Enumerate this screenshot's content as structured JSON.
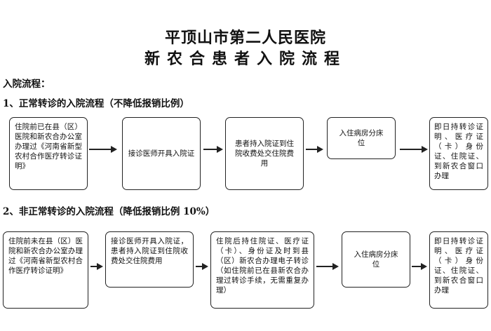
{
  "title": {
    "hospital": "平顶山市第二人民医院",
    "process": "新农合患者入院流程"
  },
  "section_label": "入院流程：",
  "flows": [
    {
      "heading": "1、正常转诊的入院流程（不降低报销比例）",
      "steps": [
        "住院前已在县（区）医院和新农合办公室办理过《河南省新型农村合作医疗转诊证明》",
        "接诊医师开具入院证",
        "患者持入院证到住院收费处交住院费用",
        "入住病房分床位",
        "即日持转诊证明、医疗证（卡）身份证、住院证、到新农合窗口办理"
      ]
    },
    {
      "heading": "2、非正常转诊的入院流程（降低报销比例 10%）",
      "steps": [
        "住院前未在县（区）医院和新农合办公室办理过《河南省新型农村合作医疗转诊证明》",
        "接诊医师开具入院证，患者持入院证到住院收费处交住院费用",
        "住院后持住院证、医疗证（卡）、身份证及时到县（区）新农合办理电子转诊（如住院前已在县新农合办理过转诊手续，无需重复办理）",
        "入住病房分床位",
        "即日持转诊证明、医疗证（卡）身份证、住院证、到新农合窗口办理"
      ]
    }
  ]
}
